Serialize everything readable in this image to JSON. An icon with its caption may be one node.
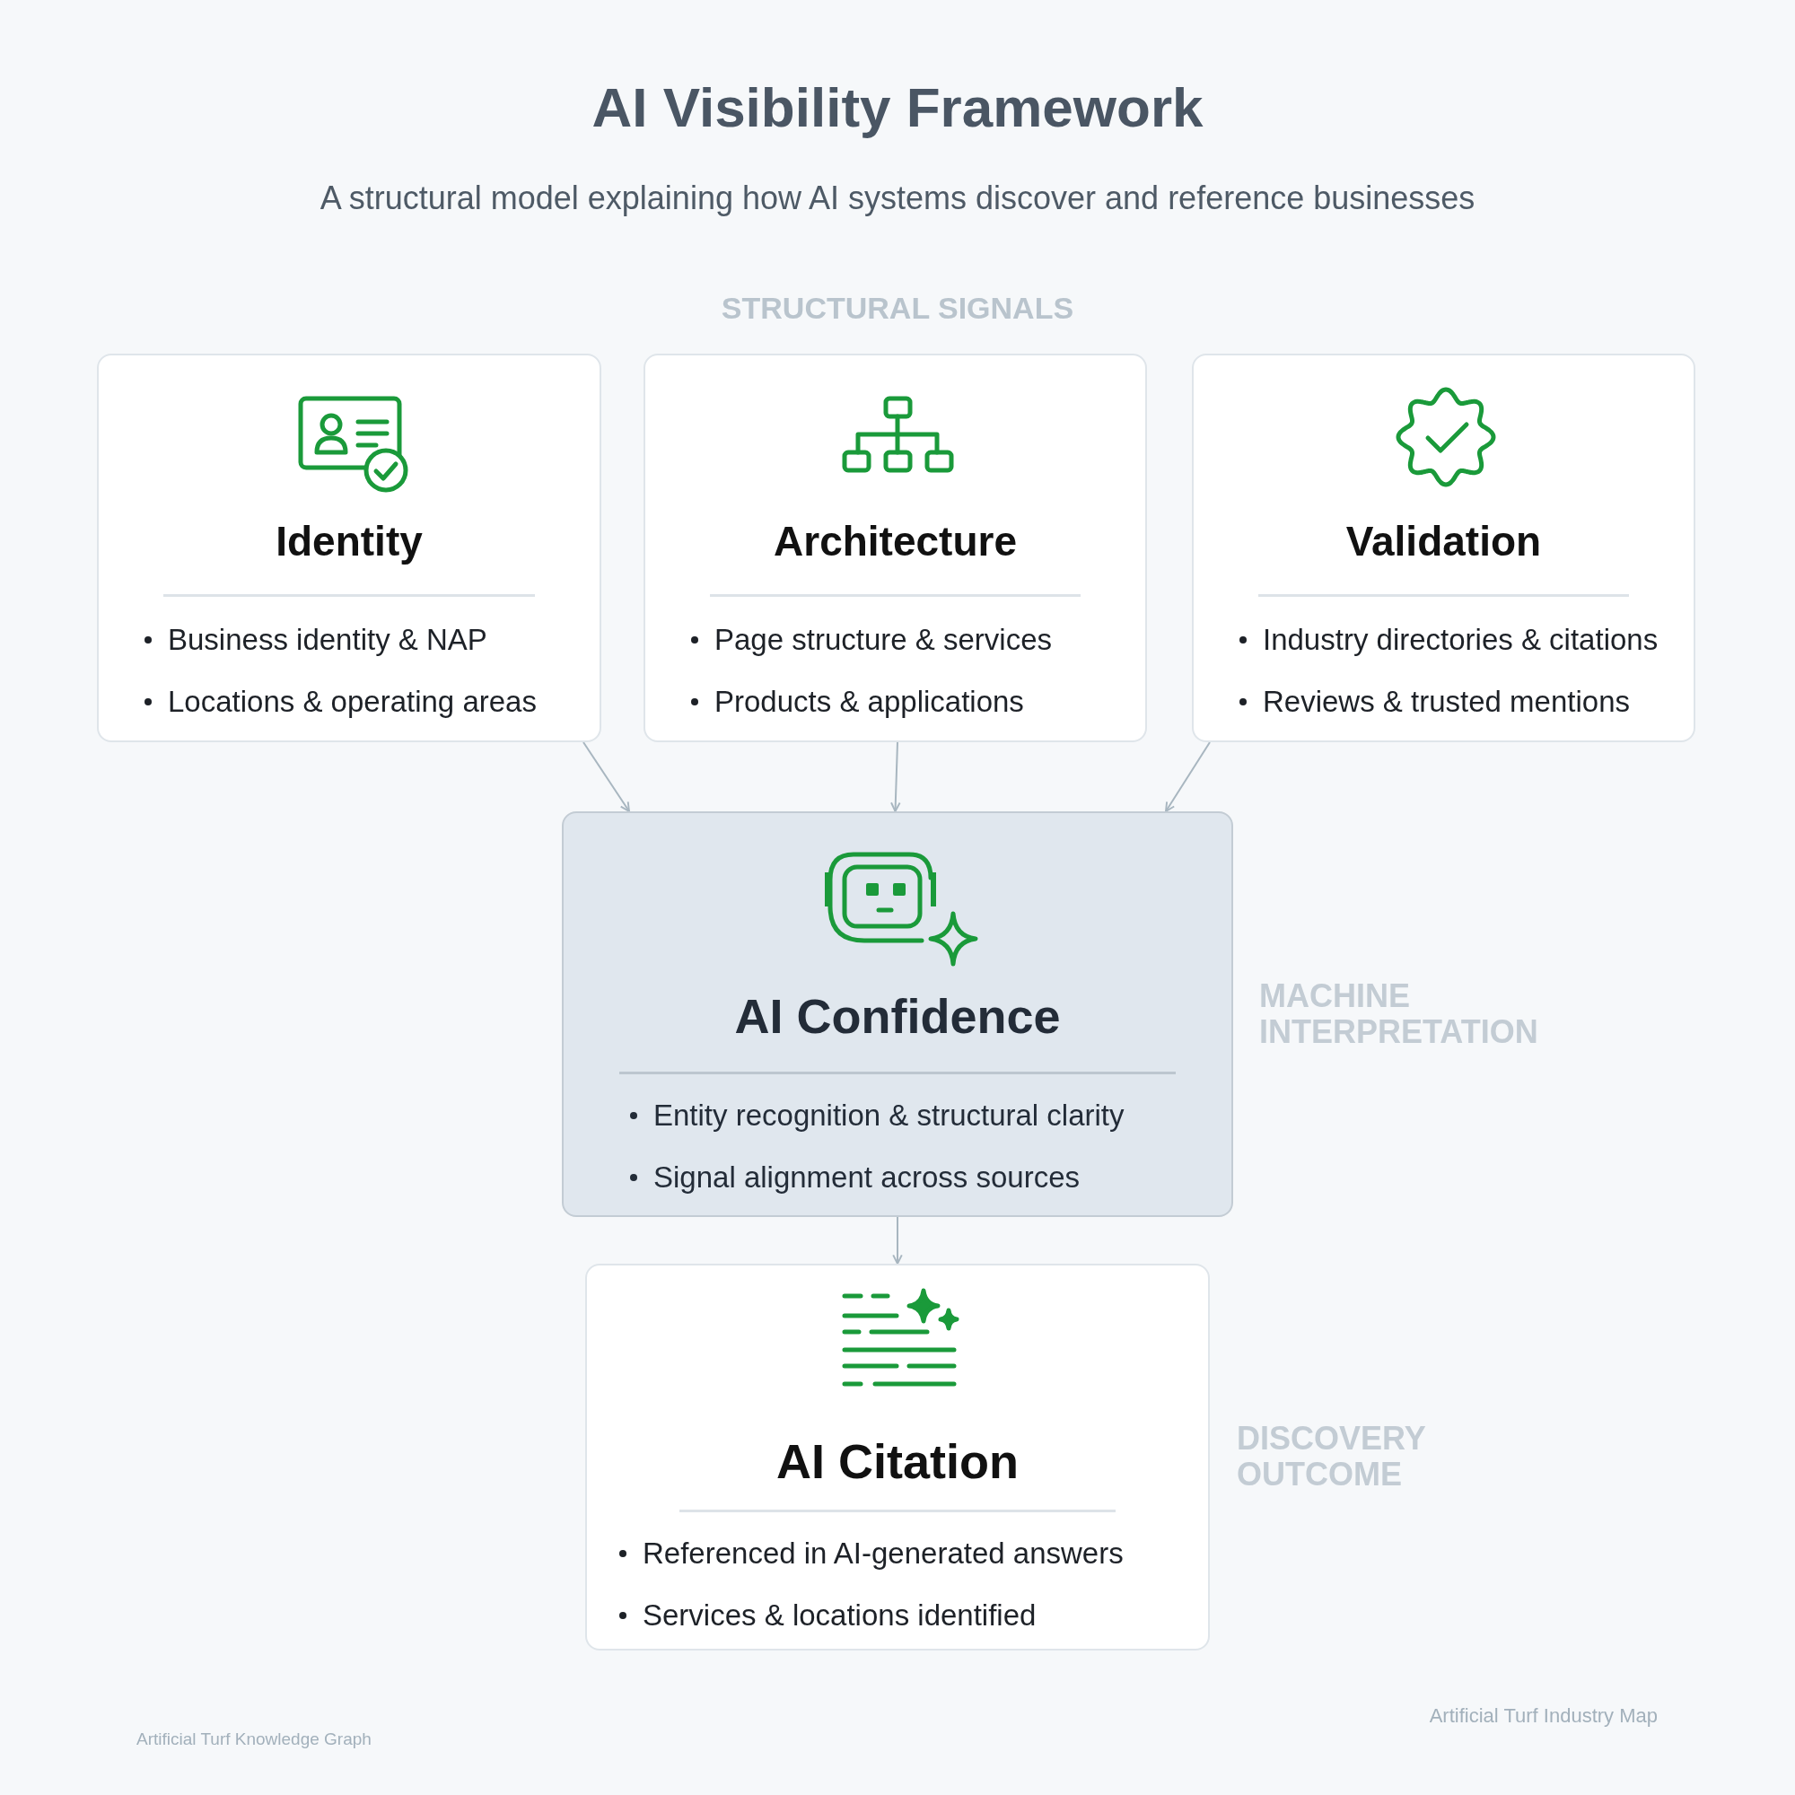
{
  "diagram": {
    "title": "AI Visibility Framework",
    "nodes": [
      {
        "text": [
          "Identity",
          "Business identity & NAP",
          "Locations & operating areas"
        ]
      },
      {
        "text": [
          "Architecture",
          "Page structure & services",
          "Products & applications"
        ]
      },
      {
        "text": [
          "Validation",
          "Industry directories & citations",
          "Reviews & trusted mentions"
        ]
      },
      {
        "text": [
          "AI Confidence",
          "Entity recognition & structural clarity",
          "Signal alignment across sources"
        ],
        "beside": [
          "MACHINE INTERPRETATION"
        ]
      },
      {
        "text": [
          "AI Citation",
          "Referenced in AI-generated answers",
          "Services & locations identified"
        ],
        "beside": [
          "DISCOVERY OUTCOME"
        ]
      }
    ],
    "edges": [
      {
        "from": 0,
        "to": 3,
        "arrow": "to"
      },
      {
        "from": 1,
        "to": 3,
        "arrow": "to"
      },
      {
        "from": 2,
        "to": 3,
        "arrow": "to"
      },
      {
        "from": 3,
        "to": 4,
        "arrow": "to"
      }
    ],
    "labels": [
      "A structural model explaining how AI systems discover and reference businesses",
      "STRUCTURAL SIGNALS",
      "Artificial Turf Knowledge Graph",
      "Artificial Turf Industry Map"
    ]
  }
}
